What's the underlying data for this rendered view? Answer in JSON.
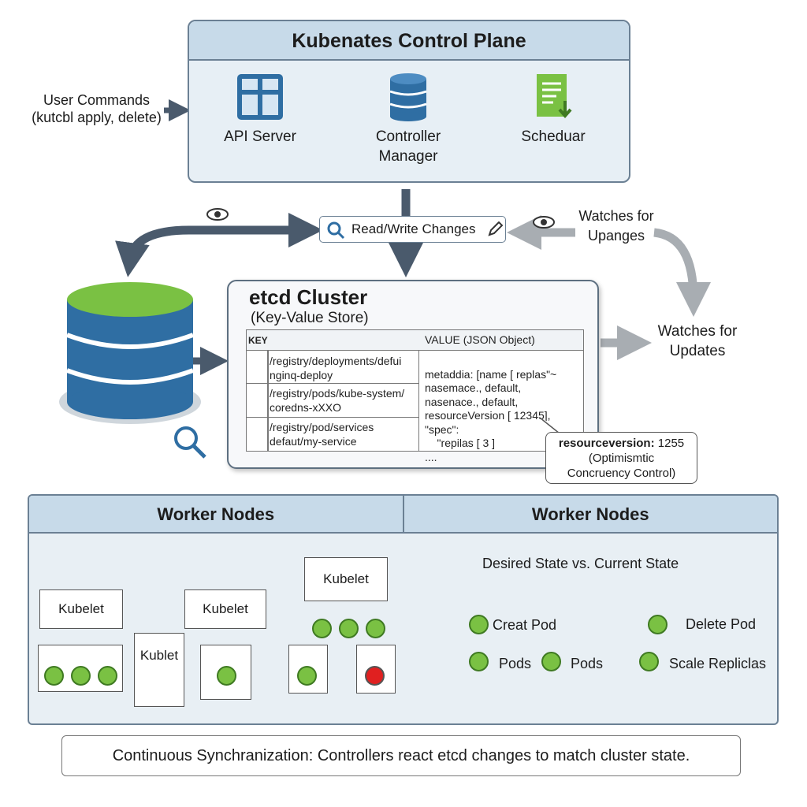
{
  "user_commands": {
    "line1": "User Commands",
    "line2": "(kutcbl apply, delete)"
  },
  "control_plane": {
    "title": "Kubenates Control Plane",
    "components": [
      {
        "label": "API Server",
        "icon": "api-server-icon"
      },
      {
        "label": "Controller Manager",
        "icon": "database-icon"
      },
      {
        "label": "Scheduar",
        "icon": "document-icon"
      }
    ]
  },
  "read_write": "Read/Write Changes",
  "watches_top": {
    "line1": "Watches for",
    "line2": "Upanges"
  },
  "watches_right": {
    "line1": "Watches for",
    "line2": "Updates"
  },
  "etcd": {
    "title": "etcd Cluster",
    "subtitle": "(Key-Value Store)",
    "key_header": "KEY",
    "value_header": "VALUE (JSON Object)",
    "keys": [
      [
        "/registry/deployments/defui",
        "nginq-deploy"
      ],
      [
        "/registry/pods/kube-system/",
        "coredns-xXXO"
      ],
      [
        "/registry/pod/services",
        "defaut/my-service"
      ]
    ],
    "value_lines": [
      "metaddia: [name [ replas\"~",
      "nasemace., default,",
      "nasenace., default,",
      "resourceVersion [ 12345],",
      "\"spec\":",
      "    \"repilas [ 3 ]",
      "...."
    ]
  },
  "callout": {
    "bold": "resourceversion:",
    "value": "1255",
    "line2": "(Optimismtic",
    "line3": "Concruency Control)"
  },
  "worker": {
    "left_title": "Worker Nodes",
    "right_title": "Worker Nodes",
    "kubelet1": "Kubelet",
    "kubelet2": "Kubelet",
    "kubelet3": "Kubelet",
    "kublet": "Kublet",
    "desired": "Desired State vs. Current State",
    "create_pod": "Creat Pod",
    "delete_pod": "Delete Pod",
    "pods1": "Pods",
    "pods2": "Pods",
    "scale": "Scale Repliclas"
  },
  "caption": "Continuous Synchranization: Controllers react etcd changes to match cluster state.",
  "colors": {
    "header": "#c7dae9",
    "pod_green": "#7ac143",
    "pod_red": "#e02020",
    "db_blue": "#2f6ea3",
    "arrow_dark": "#4a5a6c",
    "arrow_gray": "#a8adb2"
  }
}
